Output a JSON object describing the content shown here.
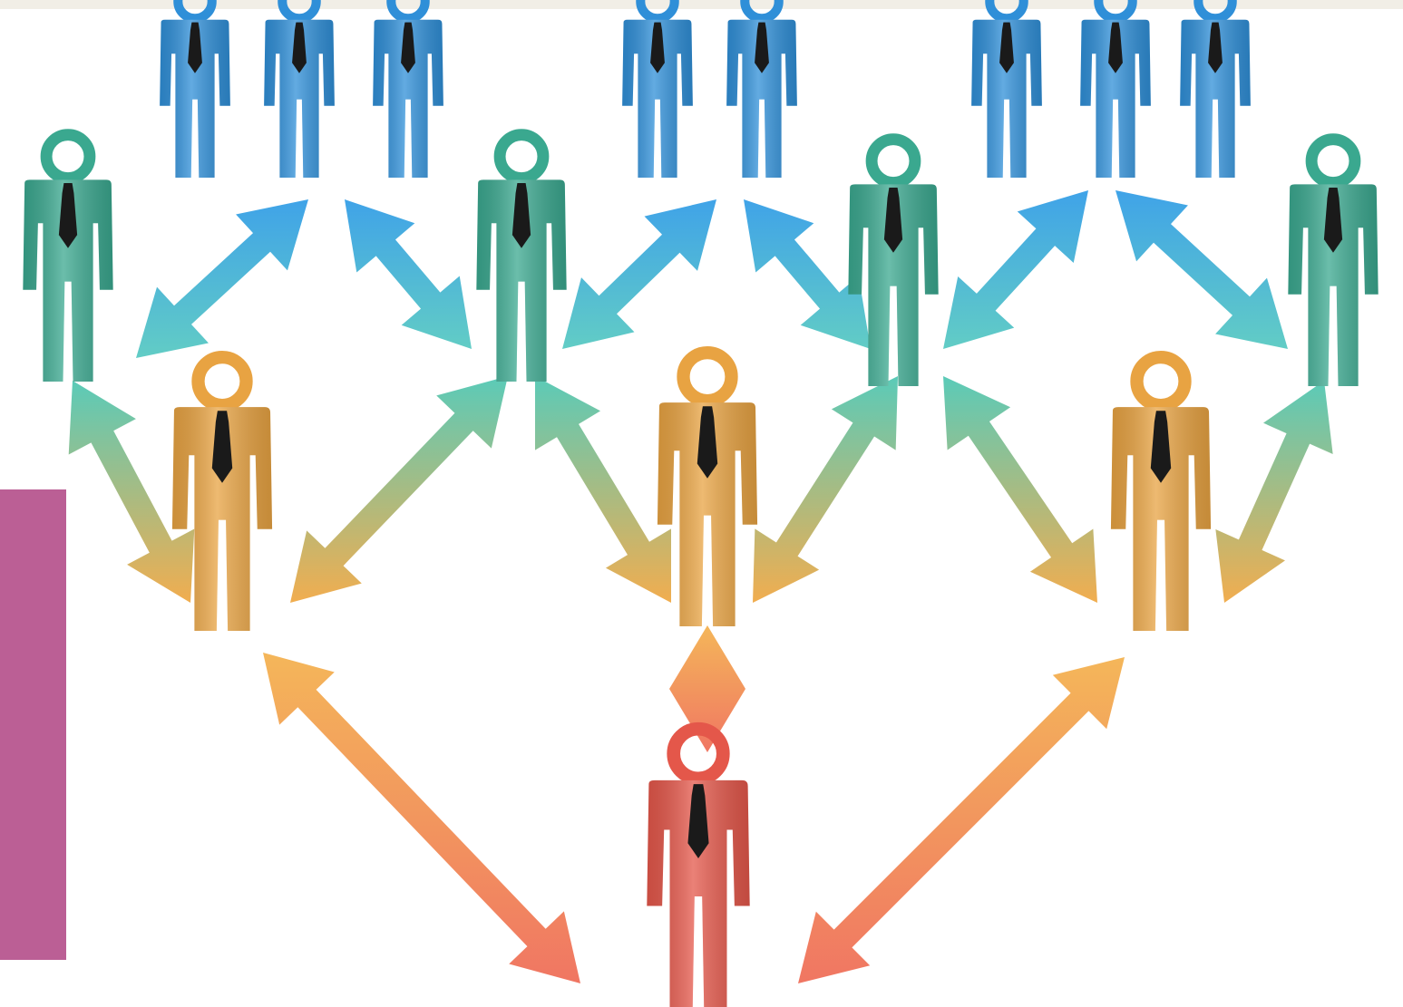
{
  "colors": {
    "background": "#ffffff",
    "top_strip": "#f1eee6",
    "side_panel": "#bb5f95",
    "leader": "#e4574a",
    "tier2": "#e8a342",
    "tier3": "#3aa88f",
    "tier4": "#2f8fd8",
    "tie": "#1a1a1a"
  },
  "scene": {
    "leader_count": 1,
    "tier2_count": 3,
    "tier3_count": 4,
    "tier4_count": 8,
    "connector": "double-headed-arrow"
  }
}
